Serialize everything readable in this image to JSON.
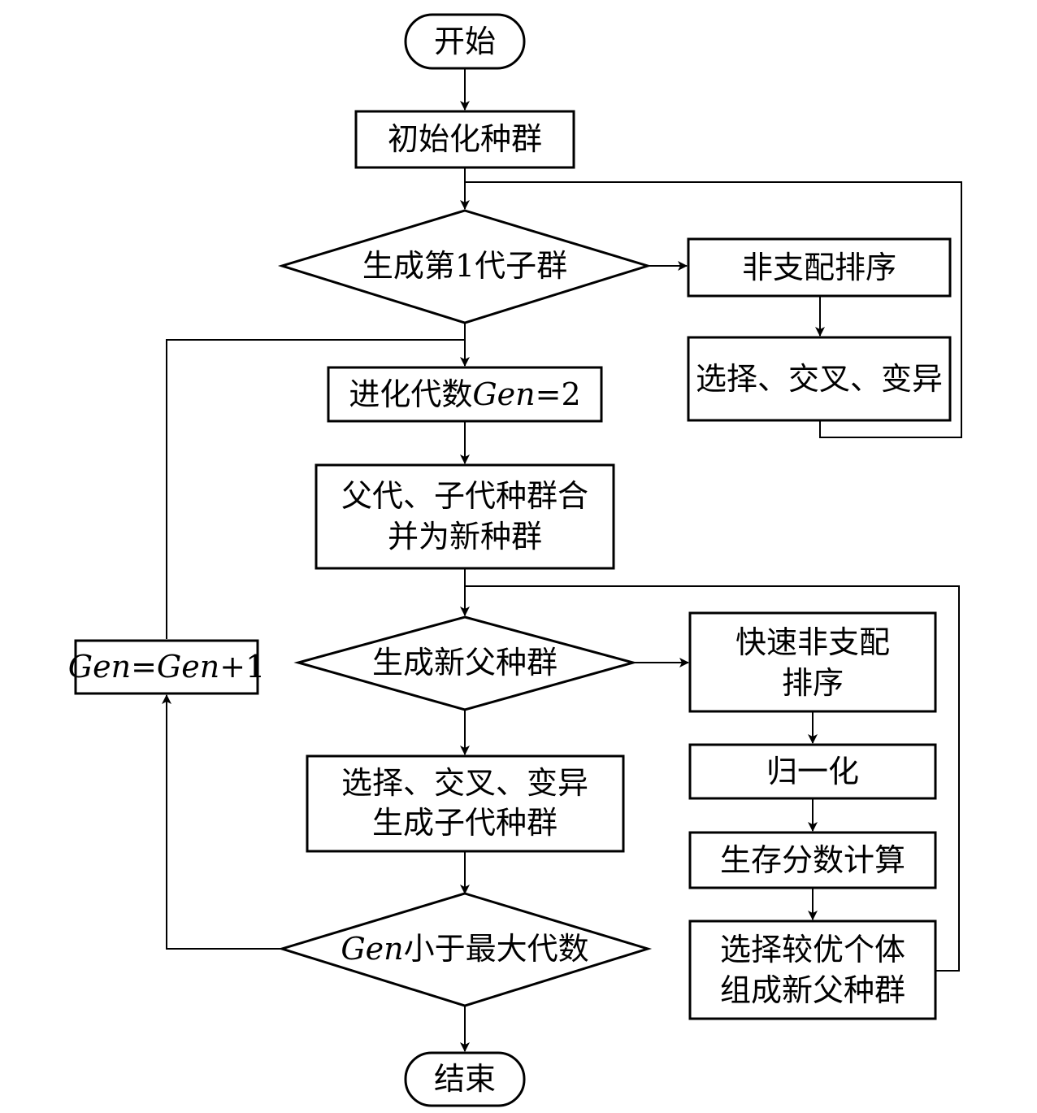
{
  "nodes": {
    "start": "开始",
    "init": "初始化种群",
    "gen_first_child": "生成第1代子群",
    "nondom_sort": "非支配排序",
    "sel_cross_mut_1": "选择、交叉、变异",
    "gen_counter": {
      "a": "进化代数",
      "b": "Gen",
      "c": "=2"
    },
    "merge": {
      "line1": "父代、子代种群合",
      "line2": "并为新种群"
    },
    "gen_new_parent": "生成新父种群",
    "fast_nondom": {
      "line1": "快速非支配",
      "line2": "排序"
    },
    "normalize": "归一化",
    "survival_score": "生存分数计算",
    "select_better": {
      "line1": "选择较优个体",
      "line2": "组成新父种群"
    },
    "sel_cross_mut_2": {
      "line1": "选择、交叉、变异",
      "line2": "生成子代种群"
    },
    "gen_less_max": {
      "a": "Gen",
      "b": "小于最大代数"
    },
    "gen_increment": {
      "a": "Gen",
      "b": "=",
      "c": "Gen",
      "d": "+1"
    },
    "end": "结束"
  },
  "colors": {
    "stroke": "#000000",
    "fill": "#ffffff"
  }
}
